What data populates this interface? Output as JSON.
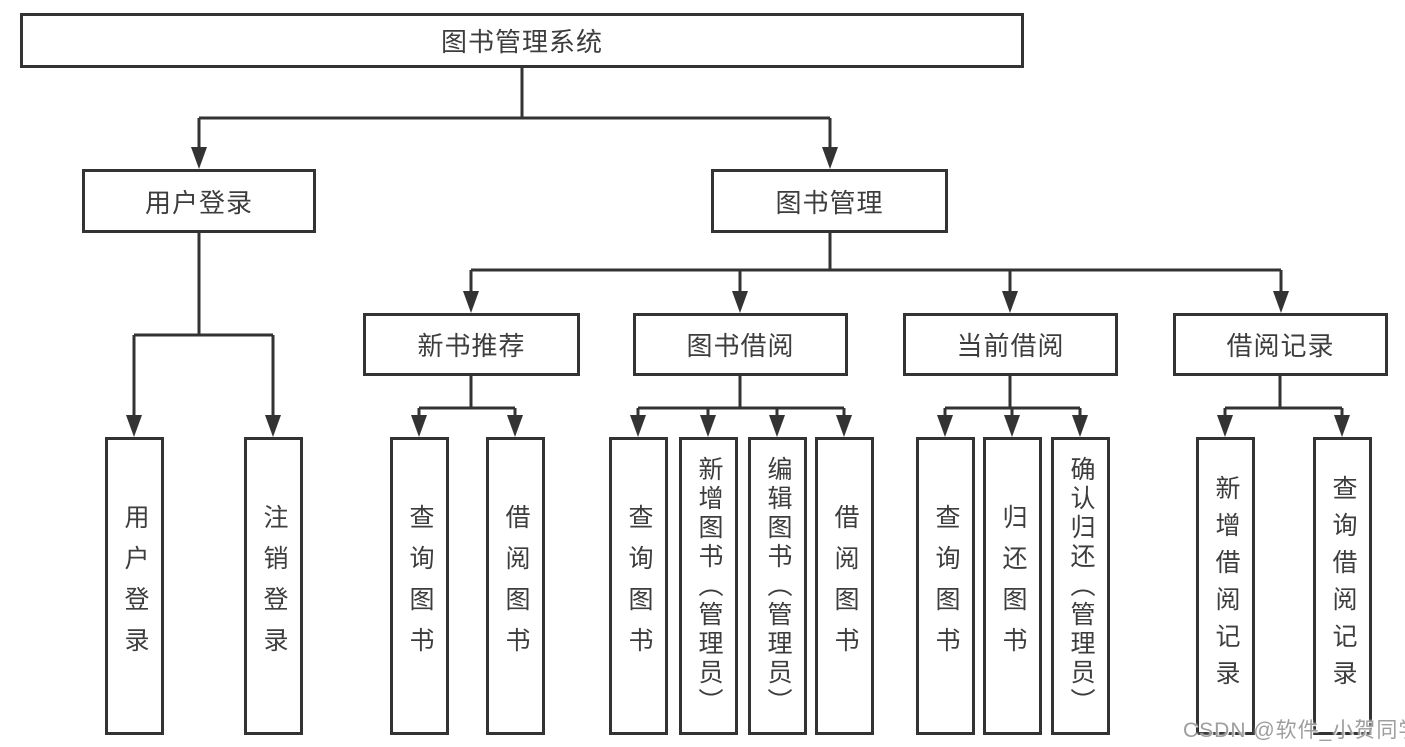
{
  "diagram": {
    "root": {
      "label": "图书管理系统"
    },
    "level2": [
      {
        "label": "用户登录"
      },
      {
        "label": "图书管理"
      }
    ],
    "level3": [
      {
        "label": "新书推荐",
        "parent": "图书管理"
      },
      {
        "label": "图书借阅",
        "parent": "图书管理"
      },
      {
        "label": "当前借阅",
        "parent": "图书管理"
      },
      {
        "label": "借阅记录",
        "parent": "图书管理"
      }
    ],
    "leaves": [
      {
        "label": "用户登录",
        "parent": "用户登录"
      },
      {
        "label": "注销登录",
        "parent": "用户登录"
      },
      {
        "label": "查询图书",
        "parent": "新书推荐"
      },
      {
        "label": "借阅图书",
        "parent": "新书推荐"
      },
      {
        "label": "查询图书",
        "parent": "图书借阅"
      },
      {
        "label": "新增图书（管理员）",
        "parent": "图书借阅"
      },
      {
        "label": "编辑图书（管理员）",
        "parent": "图书借阅"
      },
      {
        "label": "借阅图书",
        "parent": "图书借阅"
      },
      {
        "label": "查询图书",
        "parent": "当前借阅"
      },
      {
        "label": "归还图书",
        "parent": "当前借阅"
      },
      {
        "label": "确认归还（管理员）",
        "parent": "当前借阅"
      },
      {
        "label": "新增借阅记录",
        "parent": "借阅记录"
      },
      {
        "label": "查询借阅记录",
        "parent": "借阅记录"
      }
    ],
    "watermark": "CSDN @软件_小贺同学",
    "colors": {
      "line": "#333333",
      "box_border": "#333333",
      "box_background": "#ffffff",
      "text": "#3d3d3d",
      "watermark": "#9e9e9e",
      "page_background": "#ffffff"
    }
  }
}
